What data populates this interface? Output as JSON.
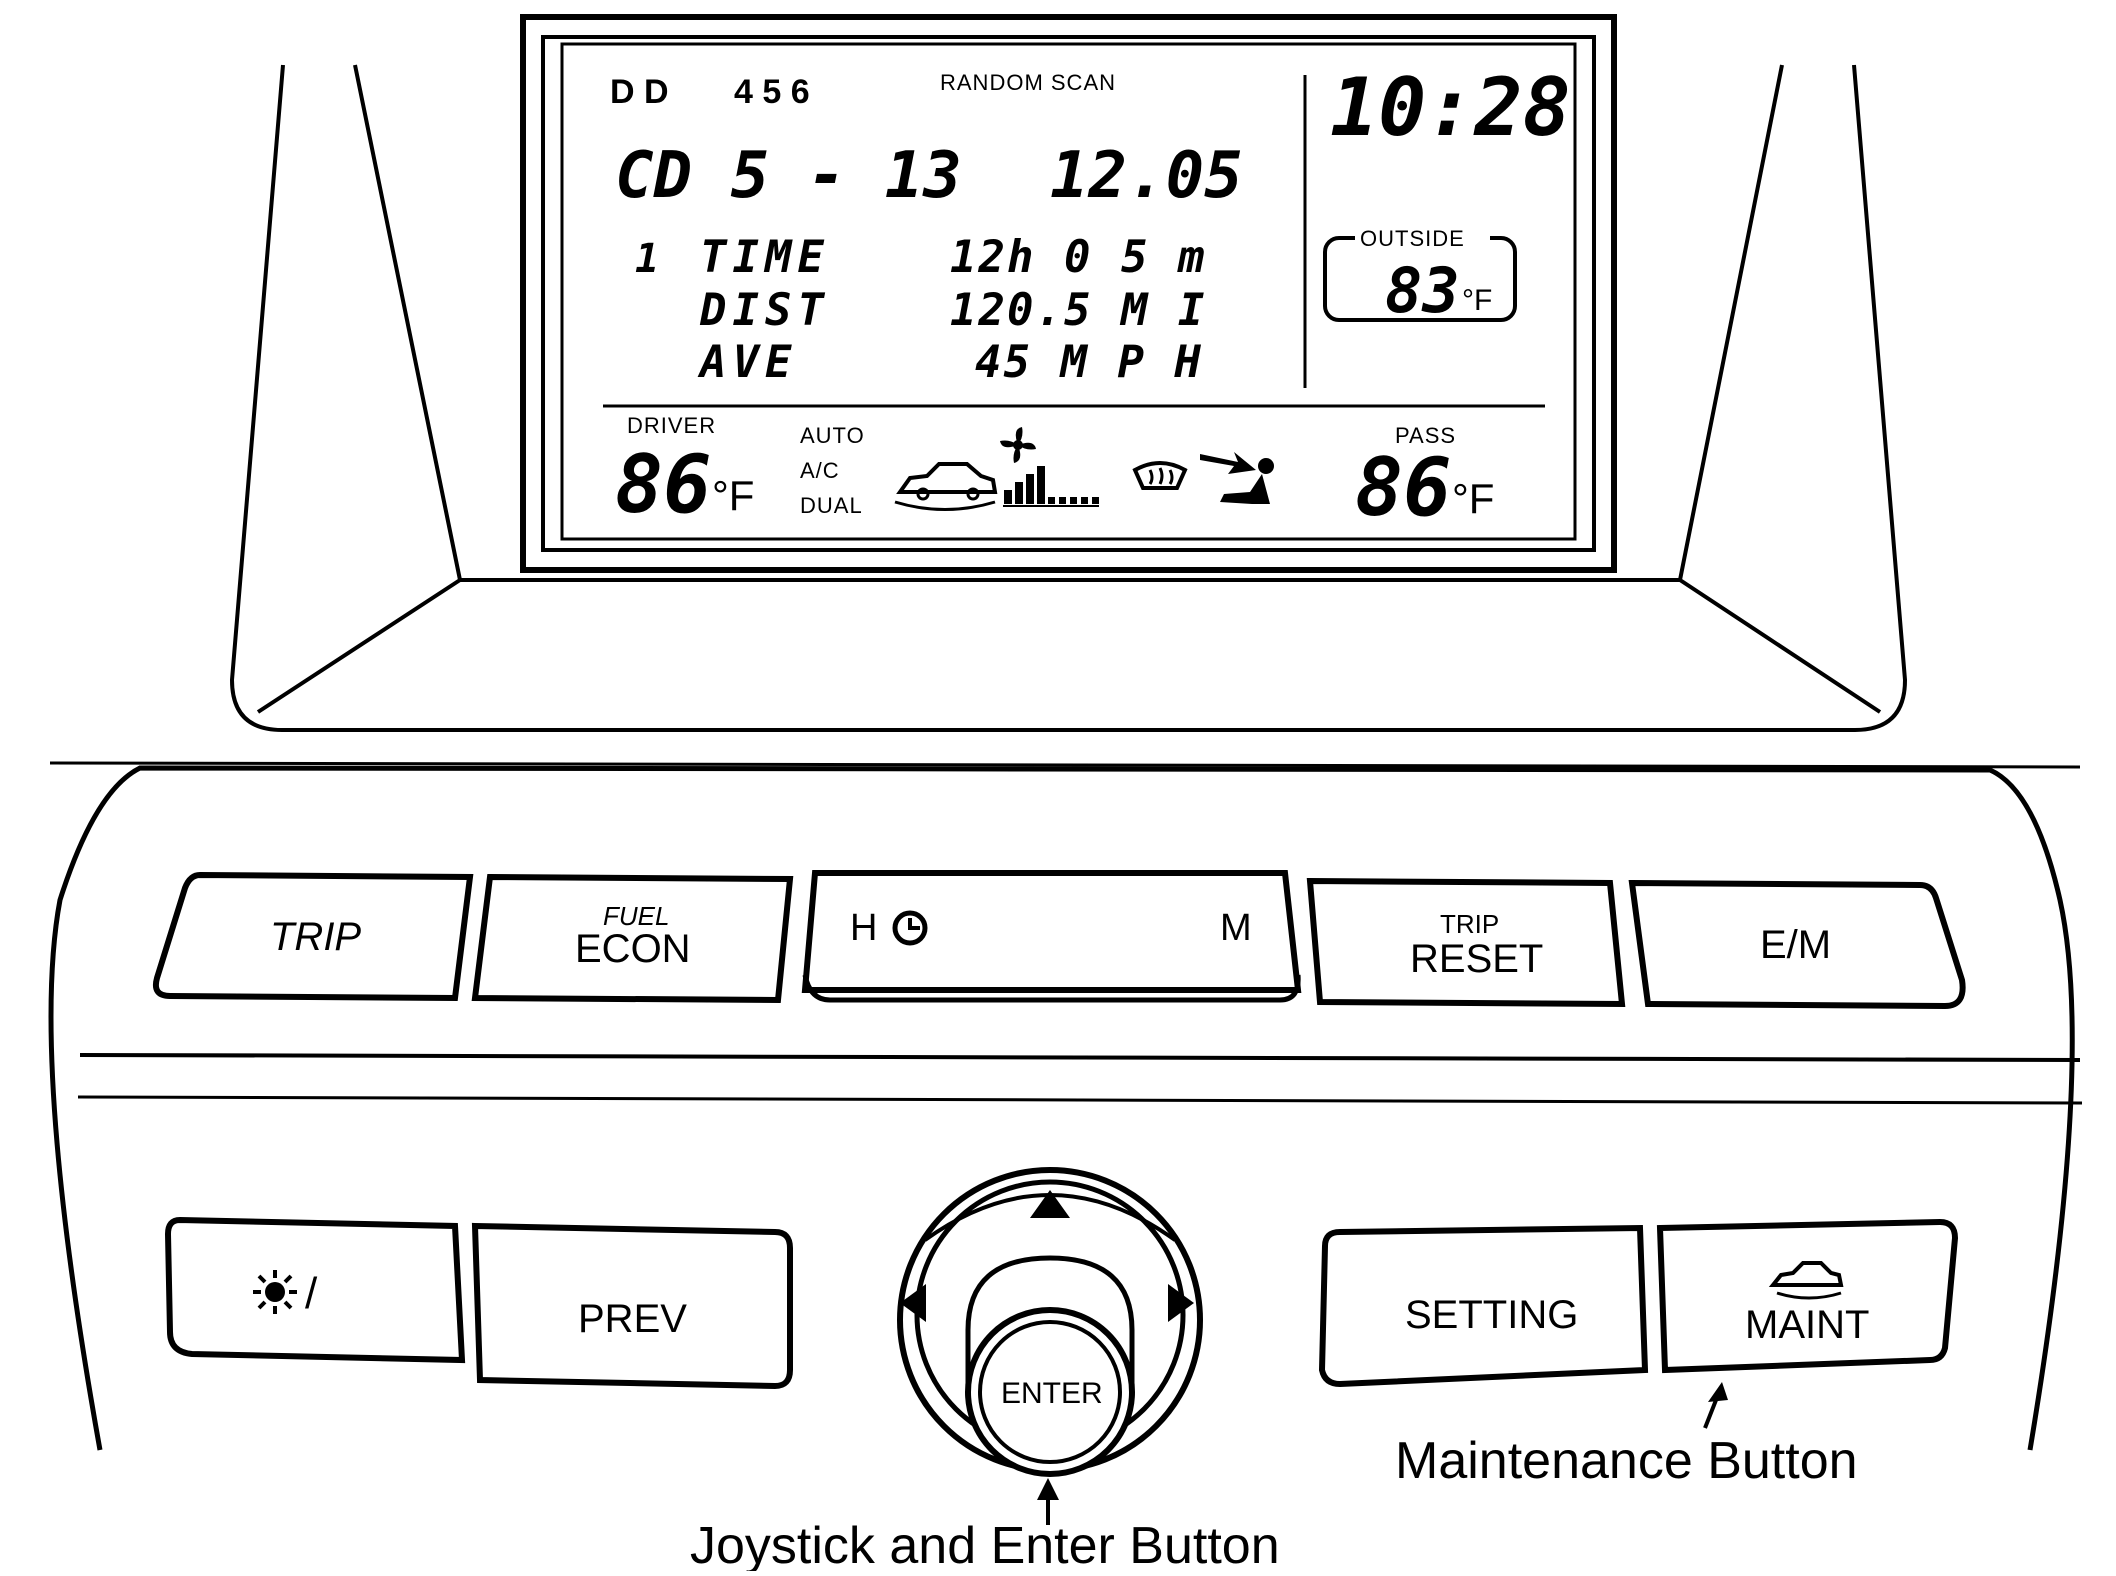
{
  "display": {
    "disc_indicators": "D D",
    "track_indicators": "4 5 6",
    "mode": "RANDOM SCAN",
    "clock": "10:28",
    "source": "CD 5 - 13",
    "elapsed": "12.05",
    "outside_label": "OUTSIDE",
    "outside_temp": "83",
    "outside_unit": "°F",
    "trip_number": "1",
    "rows": [
      {
        "label": "TIME",
        "value": "12h 0 5 m"
      },
      {
        "label": "DIST",
        "value": "120.5 M I"
      },
      {
        "label": "AVE",
        "value": "45 M P H"
      }
    ],
    "driver_label": "DRIVER",
    "driver_temp": "86",
    "driver_unit": "°F",
    "climate_modes": [
      "AUTO",
      "A/C",
      "DUAL"
    ],
    "pass_label": "PASS",
    "pass_temp": "86",
    "pass_unit": "°F"
  },
  "buttons_top": {
    "trip": "TRIP",
    "fuel_econ_small": "FUEL",
    "fuel_econ": "ECON",
    "clock_h": "H",
    "clock_m": "M",
    "trip_reset_small": "TRIP",
    "trip_reset": "RESET",
    "em": "E/M"
  },
  "buttons_bottom": {
    "day_night_slash": "/",
    "prev": "PREV",
    "setting": "SETTING",
    "maint": "MAINT",
    "enter": "ENTER"
  },
  "callouts": {
    "maintenance": "Maintenance  Button",
    "joystick": "Joystick and Enter Button"
  },
  "icons": [
    "disc-icon",
    "car-icon",
    "fan-icon",
    "defrost-icon",
    "vent-icon",
    "clock-icon",
    "sun-icon",
    "moon-icon",
    "arrow-up-icon",
    "arrow-left-icon",
    "arrow-right-icon"
  ]
}
